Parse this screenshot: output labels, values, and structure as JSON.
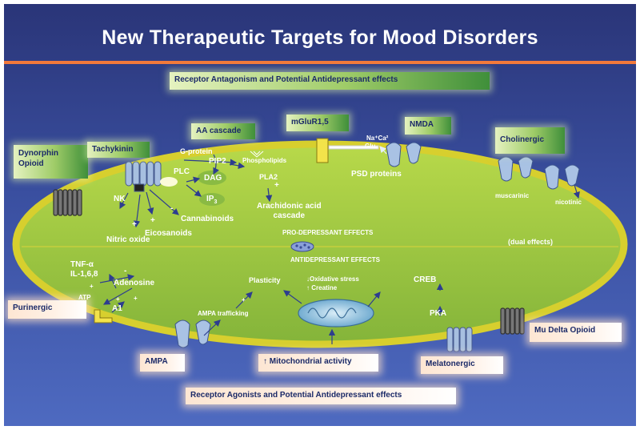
{
  "title": "New Therapeutic Targets for Mood Disorders",
  "top_banner": "Receptor Antagonism and Potential Antidepressant effects",
  "bottom_banner": "Receptor Agonists and Potential Antidepressant effects",
  "receptor_labels": {
    "dynorphin": [
      "Dynorphin",
      "Opioid"
    ],
    "tachykinin": "Tachykinin",
    "aa_cascade": "AA cascade",
    "mglur": "mGluR1,5",
    "nmda": "NMDA",
    "cholinergic": "Cholinergic",
    "purinergic": "Purinergic",
    "ampa": "AMPA",
    "mitochondrial": "↑ Mitochondrial activity",
    "melatonergic": "Melatonergic",
    "mu_delta": "Mu Delta Opioid"
  },
  "membrane_text": {
    "g_protein": "G-protein",
    "pip2": "PIP2",
    "phospholipids": "Phospholipids",
    "plc": "PLC",
    "dag": "DAG",
    "ip3": "IP",
    "ip3_sub": "3",
    "pla2": "PLA2",
    "plus_pla2": "+",
    "arachidonic": [
      "Arachidonic acid",
      "cascade"
    ],
    "nk": "NK",
    "cannabinoids": "Cannabinoids",
    "eicosanoids": "Eicosanoids",
    "nitric_oxide": "Nitric oxide",
    "minus_cannab": "-",
    "plus_eicos": "+",
    "plus_no": "+",
    "na_ca": "Na⁺Ca²",
    "glu": "Glu",
    "psd": "PSD proteins",
    "muscarinic": "muscarinic",
    "nicotinic": "nicotinic",
    "dual": "(dual effects)",
    "pro": "PRO-DEPRESSANT EFFECTS",
    "anti": "ANTIDEPRESSANT EFFECTS",
    "tnf": "TNF-α",
    "il": "IL-1,6,8",
    "minus_tnf": "-",
    "adenosine": "Adenosine",
    "plus_il": "+",
    "atp": "ATP",
    "plus_atp": "+",
    "a1": "A1",
    "plus_a1": "+",
    "plasticity": "Plasticity",
    "plus_plast": "+",
    "ampa_traff": "AMPA trafficking",
    "oxidative": "↓Oxidative stress",
    "creatine": "↑ Creatine",
    "creb": "CREB",
    "pka": "PKA"
  },
  "colors": {
    "background_top": "#2a3578",
    "background_bottom": "#4e6ac0",
    "title_rule": "#f2793b",
    "cell_fill": "#9fc93f",
    "cell_border": "#c9c630",
    "arrow": "#2d3d8f",
    "receptor": "#9fb7d9"
  }
}
